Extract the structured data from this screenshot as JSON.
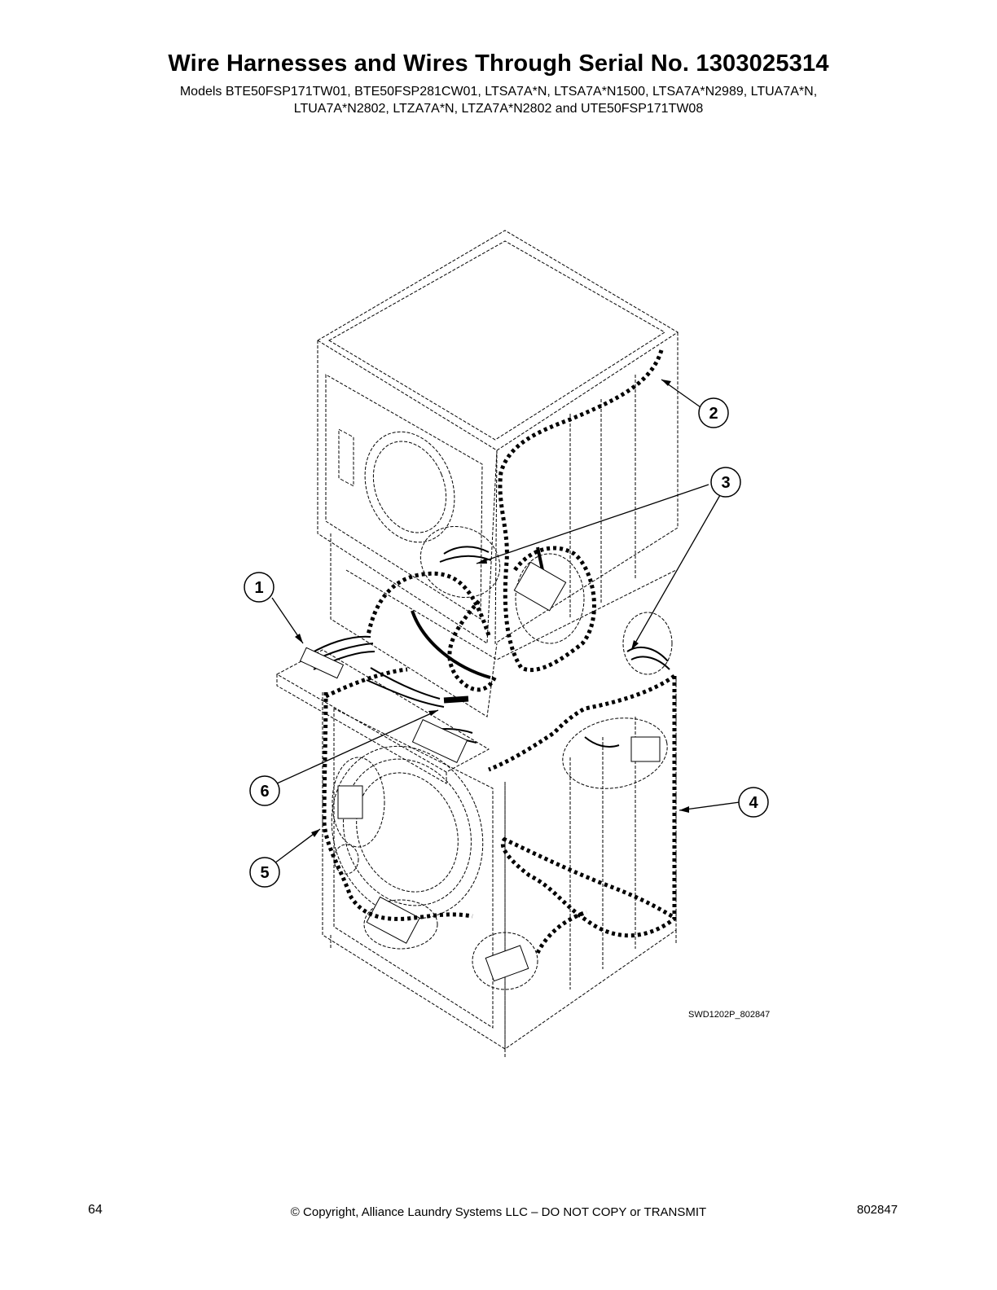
{
  "header": {
    "title": "Wire Harnesses and Wires Through Serial No. 1303025314",
    "models_line1": "Models BTE50FSP171TW01, BTE50FSP281CW01, LTSA7A*N, LTSA7A*N1500, LTSA7A*N2989, LTUA7A*N,",
    "models_line2": "LTUA7A*N2802, LTZA7A*N, LTZA7A*N2802 and UTE50FSP171TW08"
  },
  "figure": {
    "id": "SWD1202P_802847",
    "callouts": [
      "1",
      "2",
      "3",
      "4",
      "5",
      "6"
    ]
  },
  "footer": {
    "page": "64",
    "copyright": "© Copyright, Alliance Laundry Systems LLC – DO NOT COPY or TRANSMIT",
    "doc_number": "802847"
  }
}
